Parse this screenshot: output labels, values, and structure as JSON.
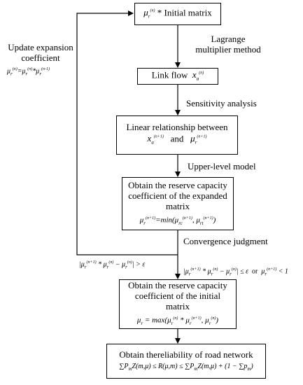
{
  "steps": {
    "initial_matrix": "* Initial matrix",
    "link_flow": "Link flow",
    "linear_relationship": "Linear relationship between",
    "linear_and": "and",
    "reserve_expanded": "Obtain the reserve capacity coefficient of the expanded matrix",
    "reserve_initial": "Obtain the reserve capacity coefficient of the initial matrix",
    "reliability": "Obtain thereliability of road network"
  },
  "edges": {
    "lagrange": "Lagrange multiplier method",
    "sensitivity": "Sensitivity analysis",
    "upper_level": "Upper-level model",
    "convergence": "Convergence judgment",
    "update": "Update expansion coefficient"
  },
  "formulas": {
    "mu_r_n": "μr(n)",
    "x_a_n": "xa(n)",
    "x_a_n1": "xa(n+1)",
    "mu_r_n1": "μr(n+1)",
    "mu_expanded": "μr(n+1)=min(μrc(n+1), μrt(n+1))",
    "mu_initial": "μr = max(μr(n) * μr(n+1), μr(n))",
    "update_rule": "μr(n)=μr(n)*μr(n-1)",
    "not_converged": "|μr(n+1) * μr(n) − μr(n)| > ε",
    "converged": "|μr(n+1) * μr(n) − μr(n)| ≤ ε  or  μr(n+1) < 1",
    "reliability_ineq": "∑ PmZ(m,μ) ≤ R(μ,m) ≤ ∑ PmZ(m,μ) + (1 − ∑ pm)"
  }
}
